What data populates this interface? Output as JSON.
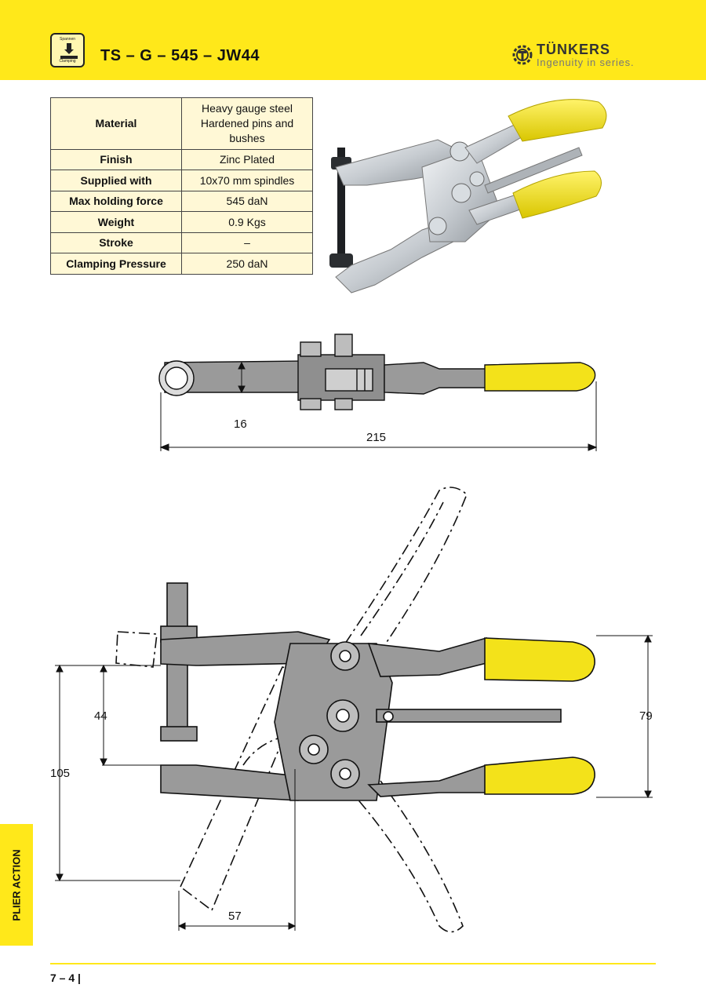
{
  "header": {
    "icon_label_top": "Spannen",
    "icon_label_bottom": "Clamping",
    "title": "TS – G – 545 – JW44",
    "brand": "TÜNKERS",
    "tagline": "Ingenuity in series."
  },
  "specs": [
    {
      "label": "Material",
      "value_lines": [
        "Heavy gauge steel",
        "Hardened pins and bushes"
      ]
    },
    {
      "label": "Finish",
      "value": "Zinc Plated"
    },
    {
      "label": "Supplied with",
      "value": "10x70 mm spindles"
    },
    {
      "label": "Max holding force",
      "value": "545 daN"
    },
    {
      "label": "Weight",
      "value": "0.9 Kgs"
    },
    {
      "label": "Stroke",
      "value": "–"
    },
    {
      "label": "Clamping Pressure",
      "value": "250 daN"
    }
  ],
  "dimensions": {
    "top_thickness": "16",
    "top_length": "215",
    "front_open_jaw": "44",
    "front_total_height": "105",
    "front_handle_span": "79",
    "front_bottom_width": "57"
  },
  "side_tab": "PLIER ACTION",
  "footer": {
    "page": "7 – 4  |"
  },
  "colors": {
    "accent": "#ffe81a",
    "table_bg": "#fff8d6",
    "grip": "#f3e21a",
    "metal": "#8a8a8a"
  }
}
